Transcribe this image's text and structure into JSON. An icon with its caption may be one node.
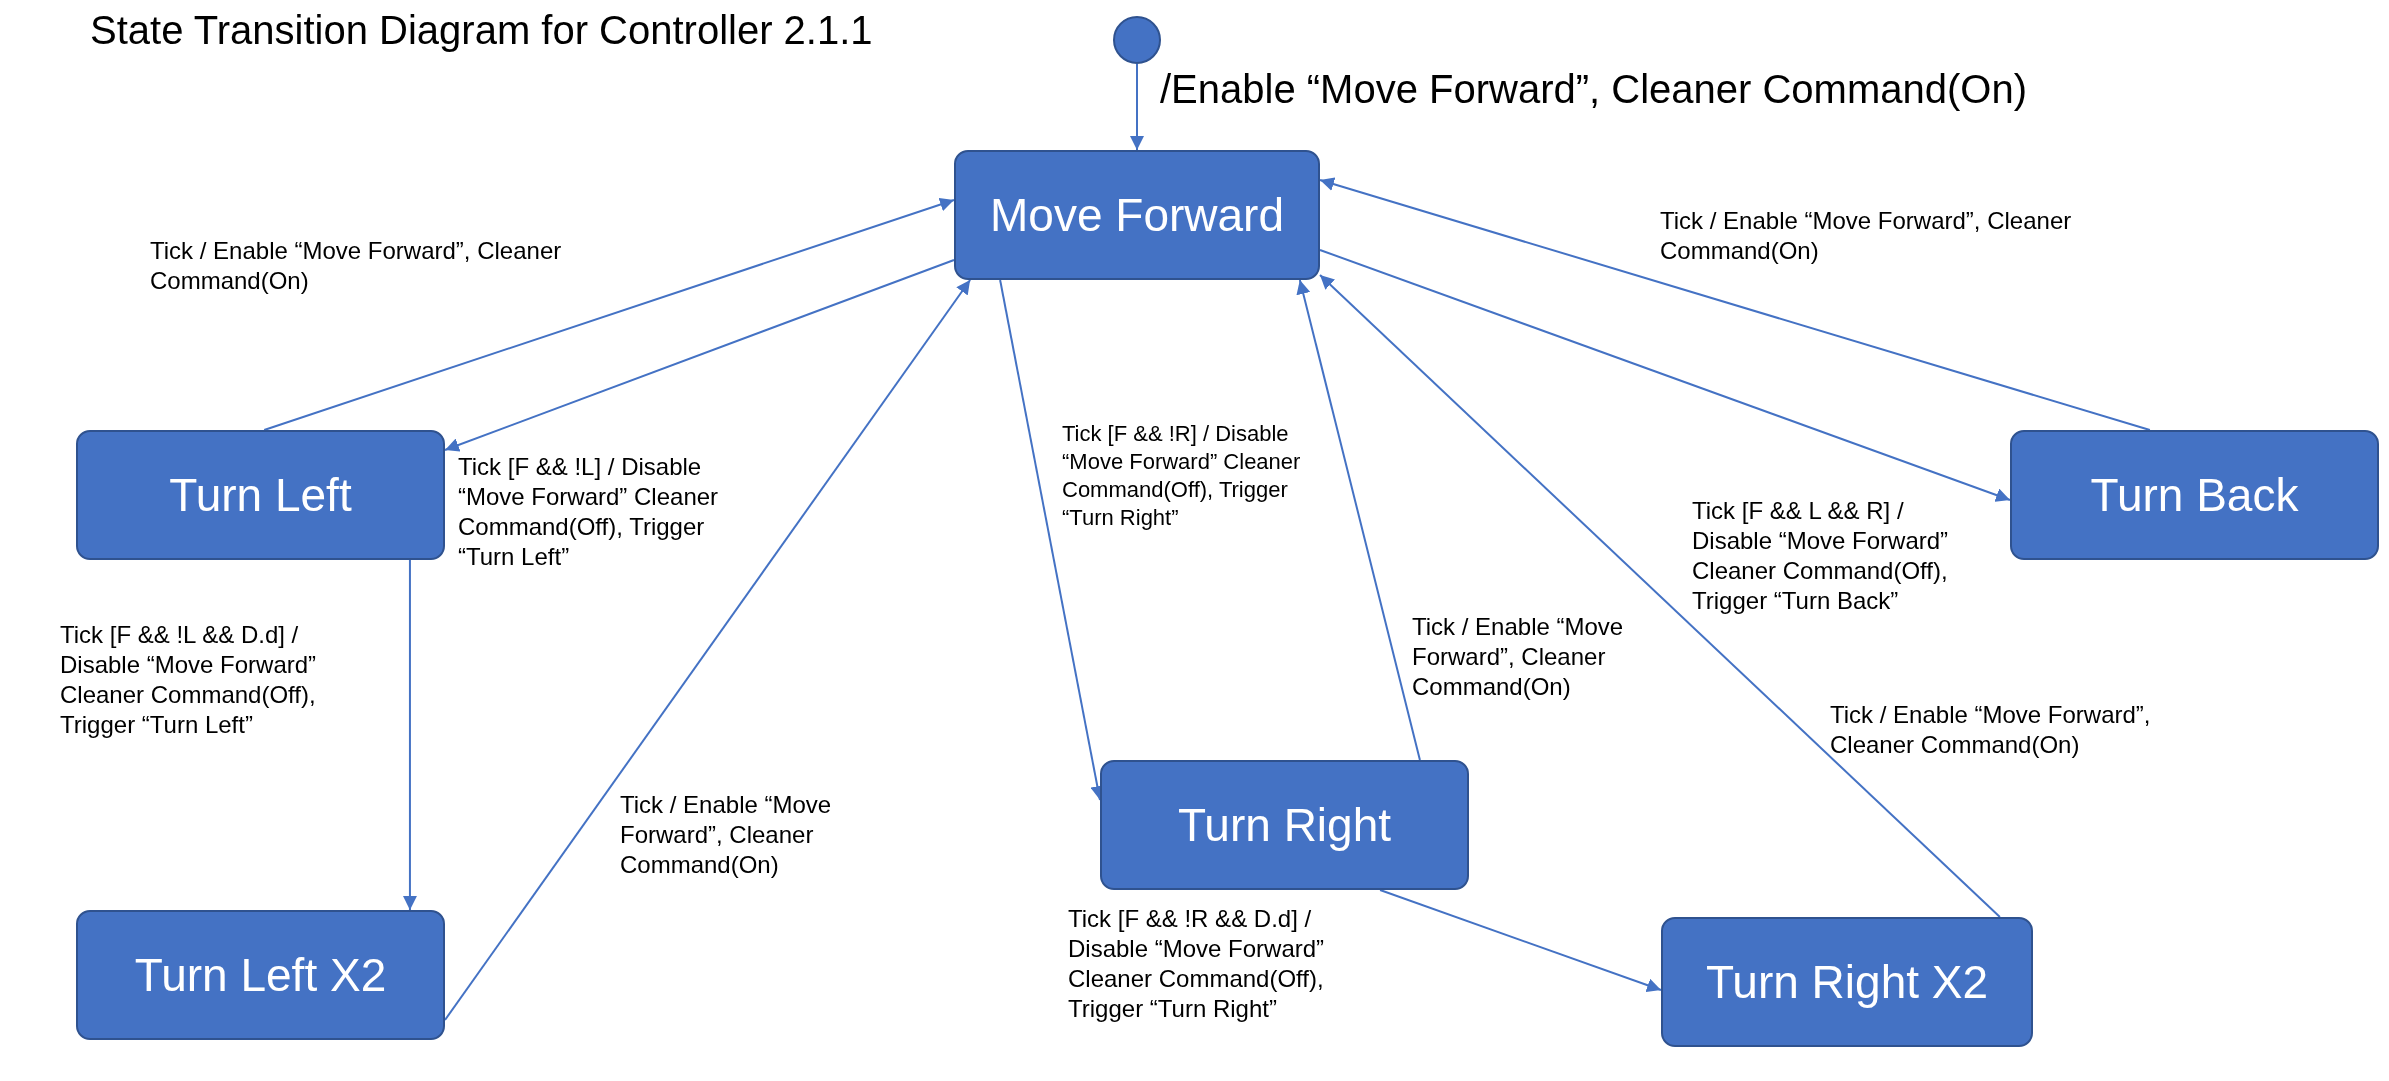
{
  "diagram": {
    "title": "State Transition Diagram for Controller 2.1.1",
    "nodes": [
      {
        "text": [],
        "shape": "circle"
      },
      {
        "text": [
          "Move Forward"
        ]
      },
      {
        "text": [
          "Turn Left"
        ]
      },
      {
        "text": [
          "Turn Back"
        ]
      },
      {
        "text": [
          "Turn Right"
        ]
      },
      {
        "text": [
          "Turn Left X2"
        ]
      },
      {
        "text": [
          "Turn Right X2"
        ]
      }
    ],
    "edges": [
      {
        "from": 0,
        "to": 1,
        "arrow": "to",
        "label": "/Enable “Move Forward”, Cleaner Command(On)"
      },
      {
        "from": 2,
        "to": 1,
        "arrow": "to",
        "label": "Tick / Enable “Move Forward”, Cleaner Command(On)"
      },
      {
        "from": 1,
        "to": 2,
        "arrow": "to",
        "label": "Tick [F && !L] / Disable “Move Forward” Cleaner Command(Off), Trigger “Turn Left”"
      },
      {
        "from": 3,
        "to": 1,
        "arrow": "to",
        "label": "Tick / Enable “Move Forward”, Cleaner Command(On)"
      },
      {
        "from": 1,
        "to": 3,
        "arrow": "to",
        "label": "Tick [F && L && R] / Disable “Move Forward” Cleaner Command(Off), Trigger “Turn Back”"
      },
      {
        "from": 1,
        "to": 4,
        "arrow": "to",
        "label": "Tick [F && !R] / Disable “Move Forward” Cleaner Command(Off), Trigger “Turn Right”"
      },
      {
        "from": 4,
        "to": 1,
        "arrow": "to",
        "label": "Tick / Enable “Move Forward”, Cleaner Command(On)"
      },
      {
        "from": 2,
        "to": 5,
        "arrow": "to",
        "label": "Tick [F && !L && D.d] / Disable “Move Forward” Cleaner Command(Off), Trigger “Turn Left”"
      },
      {
        "from": 5,
        "to": 1,
        "arrow": "to",
        "label": "Tick / Enable “Move Forward”, Cleaner Command(On)"
      },
      {
        "from": 4,
        "to": 6,
        "arrow": "to",
        "label": "Tick [F && !R && D.d] / Disable “Move Forward” Cleaner Command(Off), Trigger “Turn Right”"
      },
      {
        "from": 6,
        "to": 1,
        "arrow": "to",
        "label": "Tick / Enable “Move Forward”, Cleaner Command(On)"
      }
    ]
  }
}
